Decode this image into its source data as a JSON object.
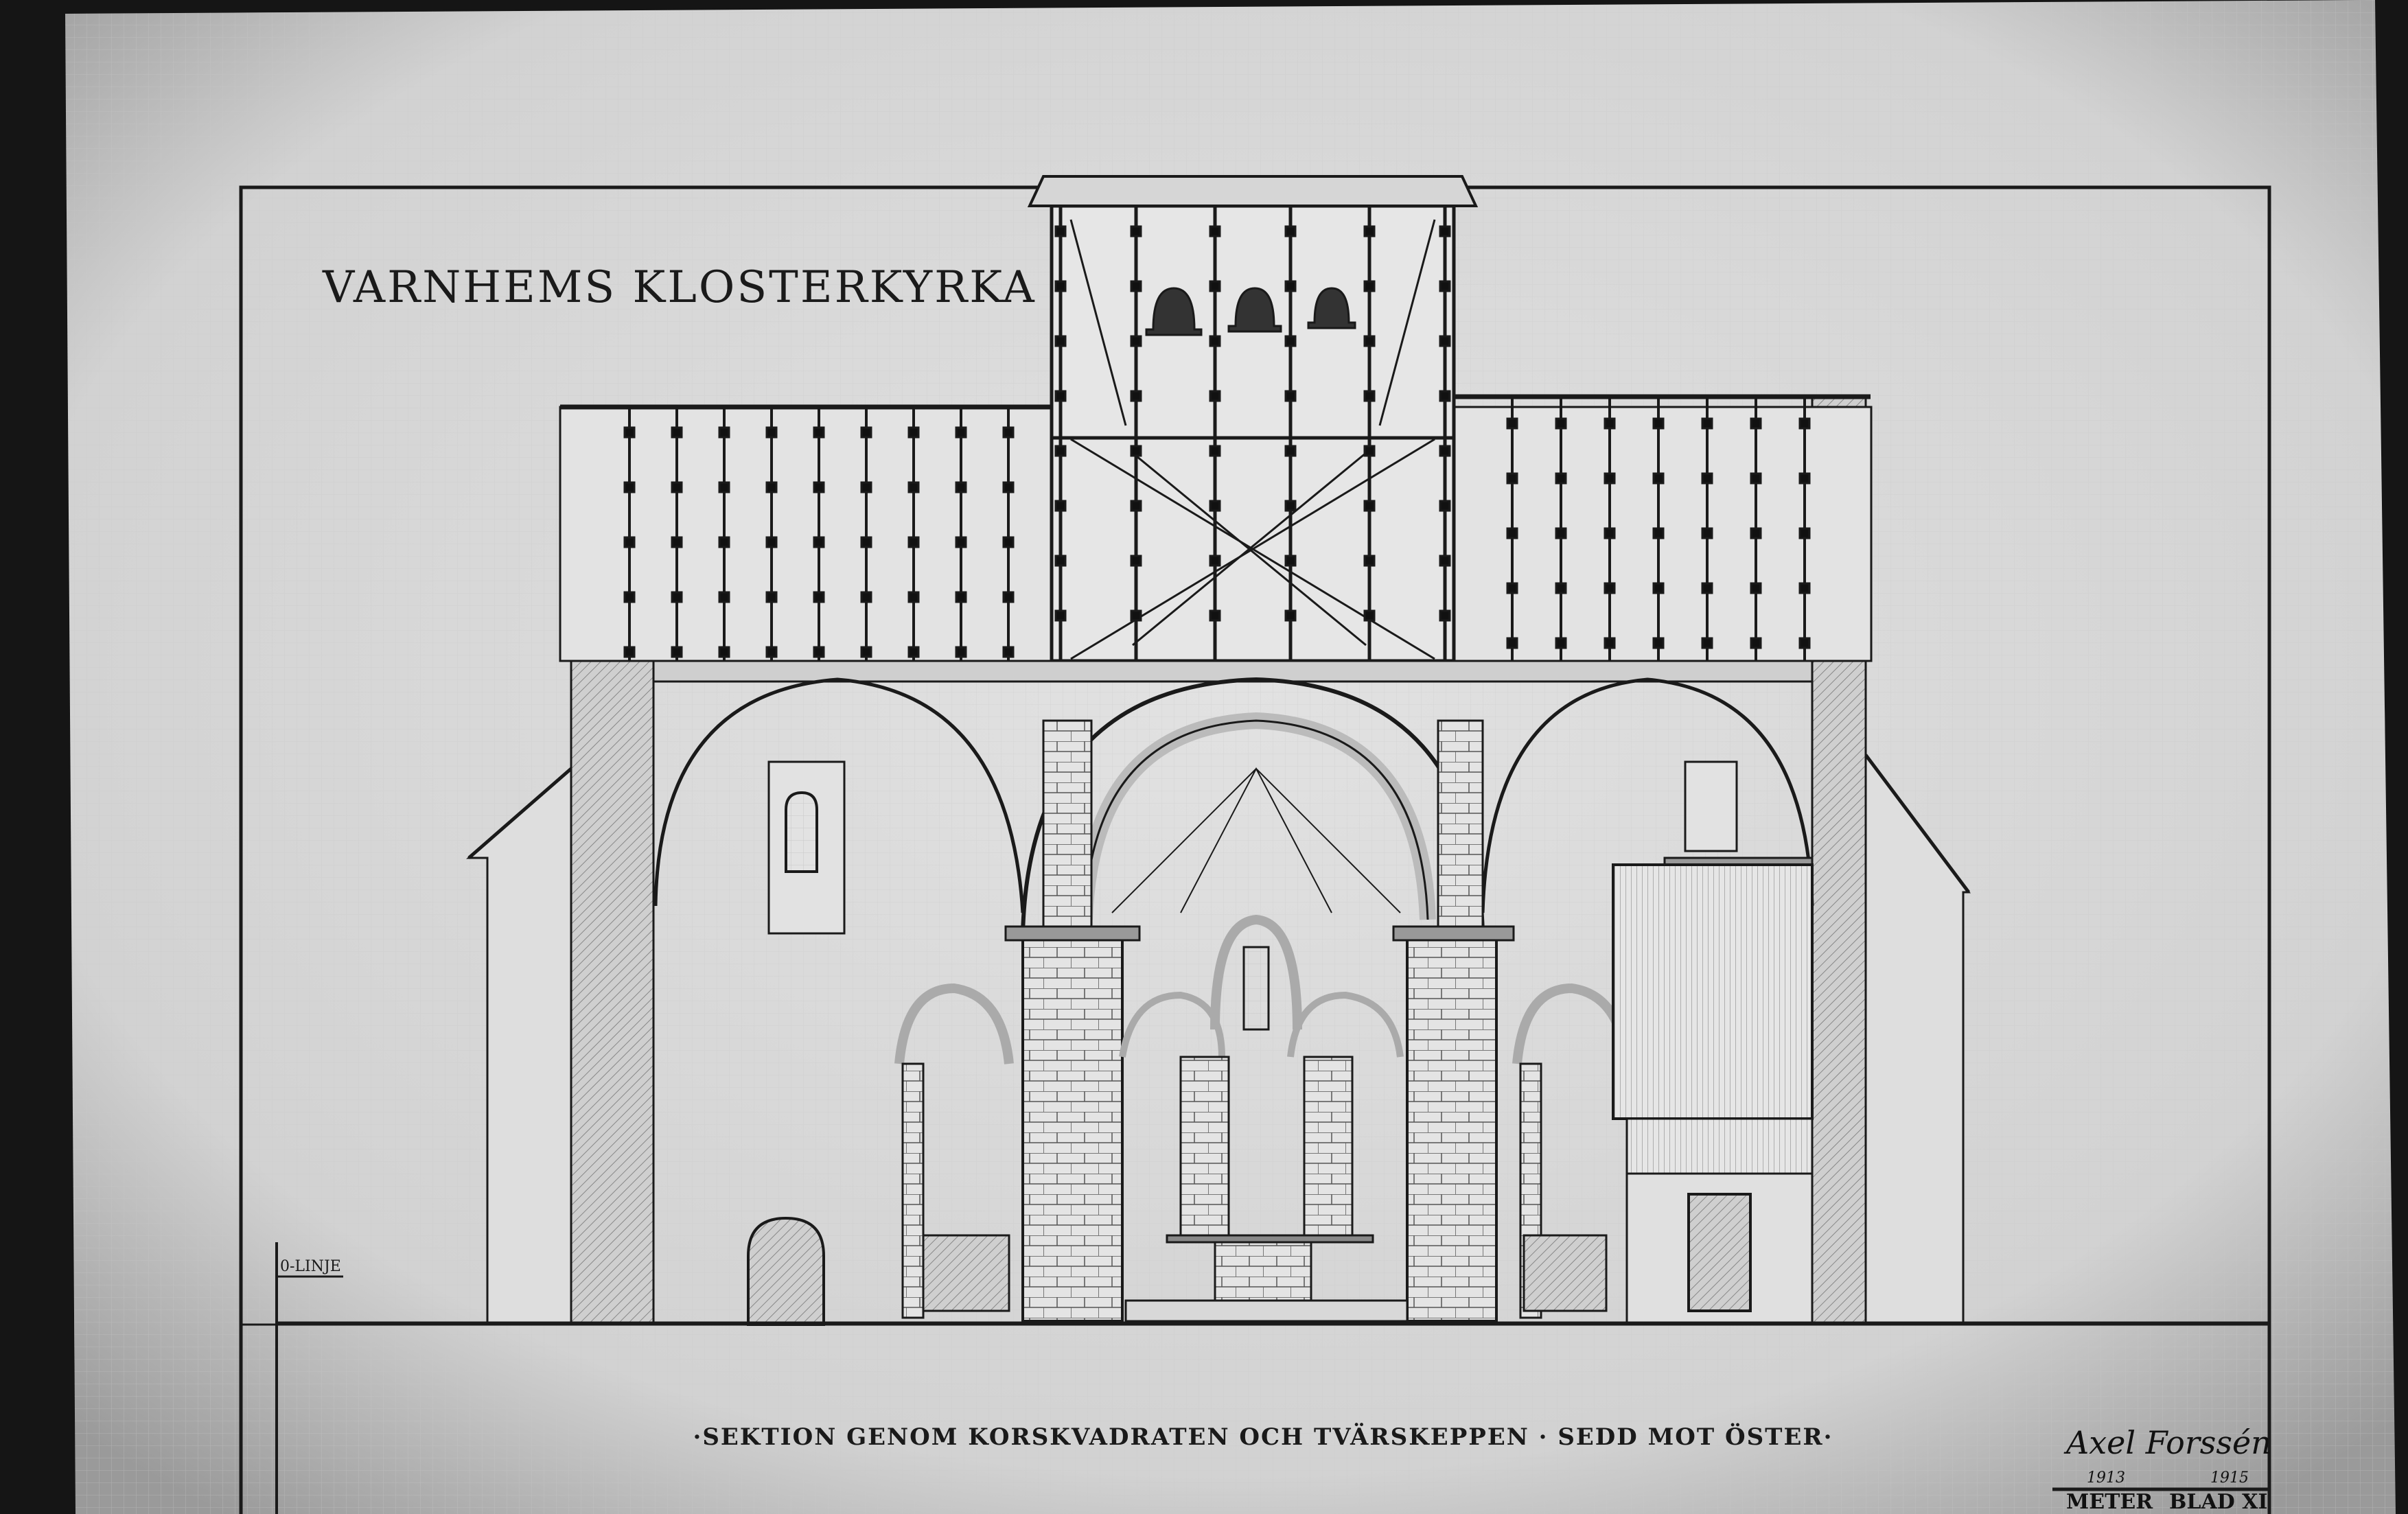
{
  "drawing": {
    "title": "VARNHEMS KLOSTERKYRKA",
    "caption": "·SEKTION GENOM KORSKVADRATEN OCH TVÄRSKEPPEN · SEDD MOT ÖSTER·",
    "datum_label": "0-LINJE",
    "signature": "Axel Forssén",
    "years": [
      "1913",
      "1915"
    ],
    "title_block": {
      "scale_label": "METER",
      "sheet_label": "BLAD XI"
    }
  },
  "colors": {
    "paper": "#d9d9d9",
    "ink": "#1a1a1a",
    "background": "#111111"
  }
}
